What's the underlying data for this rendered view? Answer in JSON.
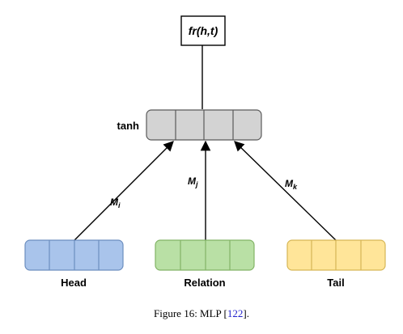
{
  "output": {
    "label": "fr(h,t)"
  },
  "hidden": {
    "label": "tanh",
    "fill": "#d3d3d3",
    "stroke": "#5a5a5a"
  },
  "inputs": [
    {
      "label": "Head",
      "fill": "#a9c4eb",
      "stroke": "#6c8ebf"
    },
    {
      "label": "Relation",
      "fill": "#b9e0a5",
      "stroke": "#82b366"
    },
    {
      "label": "Tail",
      "fill": "#ffe599",
      "stroke": "#d6b656"
    }
  ],
  "weights": [
    {
      "main": "M",
      "sub": "i"
    },
    {
      "main": "M",
      "sub": "j"
    },
    {
      "main": "M",
      "sub": "k"
    }
  ],
  "caption": {
    "text": "Figure 16: MLP [",
    "ref": "122",
    "end": "]."
  }
}
